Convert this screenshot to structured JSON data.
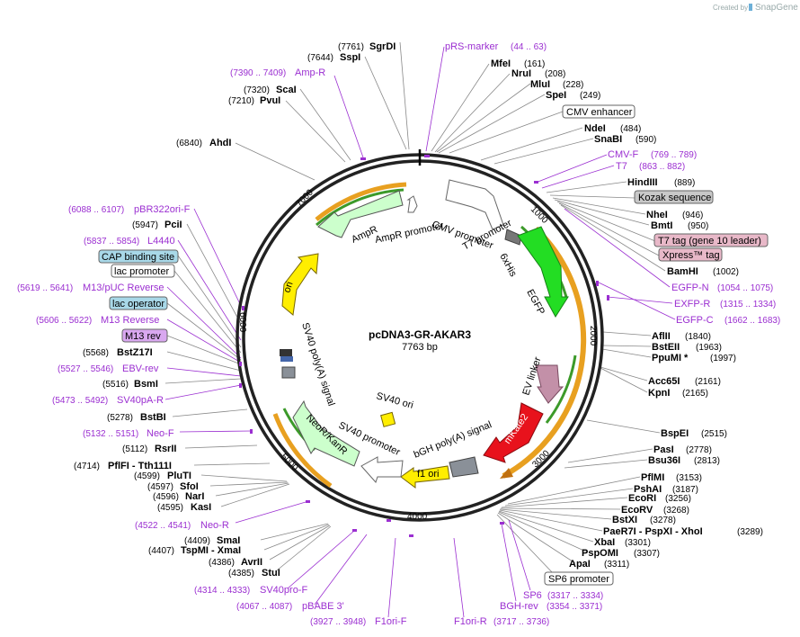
{
  "credit": {
    "text": "Created by",
    "brand": "SnapGene"
  },
  "plasmid": {
    "name": "pcDNA3-GR-AKAR3",
    "length": "7763 bp"
  },
  "ticks": [
    "1000",
    "2000",
    "3000",
    "4000",
    "5000",
    "6000",
    "7000"
  ],
  "enzymes_right": [
    {
      "name": "MfeI",
      "pos": "(161)"
    },
    {
      "name": "NruI",
      "pos": "(208)"
    },
    {
      "name": "MluI",
      "pos": "(228)"
    },
    {
      "name": "SpeI",
      "pos": "(249)"
    },
    {
      "name": "NdeI",
      "pos": "(484)"
    },
    {
      "name": "SnaBI",
      "pos": "(590)"
    },
    {
      "name": "HindIII",
      "pos": "(889)"
    },
    {
      "name": "NheI",
      "pos": "(946)"
    },
    {
      "name": "BmtI",
      "pos": "(950)"
    },
    {
      "name": "BamHI",
      "pos": "(1002)"
    },
    {
      "name": "AflII",
      "pos": "(1840)"
    },
    {
      "name": "BstEII",
      "pos": "(1963)"
    },
    {
      "name": "PpuMI *",
      "pos": "(1997)"
    },
    {
      "name": "Acc65I",
      "pos": "(2161)"
    },
    {
      "name": "KpnI",
      "pos": "(2165)"
    },
    {
      "name": "BspEI",
      "pos": "(2515)"
    },
    {
      "name": "PasI",
      "pos": "(2778)"
    },
    {
      "name": "Bsu36I",
      "pos": "(2813)"
    },
    {
      "name": "PflMI",
      "pos": "(3153)"
    },
    {
      "name": "PshAI",
      "pos": "(3187)"
    },
    {
      "name": "EcoRI",
      "pos": "(3256)"
    },
    {
      "name": "EcoRV",
      "pos": "(3268)"
    },
    {
      "name": "BstXI",
      "pos": "(3278)"
    },
    {
      "name": "PaeR7I - PspXI - XhoI",
      "pos": "(3289)"
    },
    {
      "name": "XbaI",
      "pos": "(3301)"
    },
    {
      "name": "PspOMI",
      "pos": "(3307)"
    },
    {
      "name": "ApaI",
      "pos": "(3311)"
    }
  ],
  "enzymes_left": [
    {
      "name": "SgrDI",
      "pos": "(7761)"
    },
    {
      "name": "SspI",
      "pos": "(7644)"
    },
    {
      "name": "ScaI",
      "pos": "(7320)"
    },
    {
      "name": "PvuI",
      "pos": "(7210)"
    },
    {
      "name": "AhdI",
      "pos": "(6840)"
    },
    {
      "name": "PciI",
      "pos": "(5947)"
    },
    {
      "name": "BstZ17I",
      "pos": "(5568)"
    },
    {
      "name": "BsmI",
      "pos": "(5516)"
    },
    {
      "name": "BstBI",
      "pos": "(5278)"
    },
    {
      "name": "RsrII",
      "pos": "(5112)"
    },
    {
      "name": "PflFI - Tth111I",
      "pos": "(4714)"
    },
    {
      "name": "PluTI",
      "pos": "(4599)"
    },
    {
      "name": "SfoI",
      "pos": "(4597)"
    },
    {
      "name": "NarI",
      "pos": "(4596)"
    },
    {
      "name": "KasI",
      "pos": "(4595)"
    },
    {
      "name": "SmaI",
      "pos": "(4409)"
    },
    {
      "name": "TspMI - XmaI",
      "pos": "(4407)"
    },
    {
      "name": "AvrII",
      "pos": "(4386)"
    },
    {
      "name": "StuI",
      "pos": "(4385)"
    }
  ],
  "primers": [
    {
      "name": "pRS-marker",
      "range": "(44 .. 63)"
    },
    {
      "name": "Amp-R",
      "range": "(7390 .. 7409)"
    },
    {
      "name": "CMV-F",
      "range": "(769 .. 789)"
    },
    {
      "name": "T7",
      "range": "(863 .. 882)"
    },
    {
      "name": "EGFP-N",
      "range": "(1054 .. 1075)"
    },
    {
      "name": "EXFP-R",
      "range": "(1315 .. 1334)"
    },
    {
      "name": "EGFP-C",
      "range": "(1662 .. 1683)"
    },
    {
      "name": "pBR322ori-F",
      "range": "(6088 .. 6107)"
    },
    {
      "name": "L4440",
      "range": "(5837 .. 5854)"
    },
    {
      "name": "M13/pUC Reverse",
      "range": "(5619 .. 5641)"
    },
    {
      "name": "M13 Reverse",
      "range": "(5606 .. 5622)"
    },
    {
      "name": "EBV-rev",
      "range": "(5527 .. 5546)"
    },
    {
      "name": "SV40pA-R",
      "range": "(5473 .. 5492)"
    },
    {
      "name": "Neo-F",
      "range": "(5132 .. 5151)"
    },
    {
      "name": "Neo-R",
      "range": "(4522 .. 4541)"
    },
    {
      "name": "SV40pro-F",
      "range": "(4314 .. 4333)"
    },
    {
      "name": "pBABE 3'",
      "range": "(4067 .. 4087)"
    },
    {
      "name": "F1ori-F",
      "range": "(3927 .. 3948)"
    },
    {
      "name": "F1ori-R",
      "range": "(3717 .. 3736)"
    },
    {
      "name": "SP6",
      "range": "(3317 .. 3334)"
    },
    {
      "name": "BGH-rev",
      "range": "(3354 .. 3371)"
    }
  ],
  "boxed_features": [
    {
      "name": "CMV enhancer"
    },
    {
      "name": "Kozak sequence"
    },
    {
      "name": "T7 tag (gene 10 leader)"
    },
    {
      "name": "Xpress™ tag"
    },
    {
      "name": "SP6 promoter"
    },
    {
      "name": "CAP binding site"
    },
    {
      "name": "lac promoter"
    },
    {
      "name": "lac operator"
    },
    {
      "name": "M13 rev"
    }
  ],
  "inner_features": [
    {
      "name": "CMV promoter"
    },
    {
      "name": "T7 promoter"
    },
    {
      "name": "6xHis"
    },
    {
      "name": "EGFP"
    },
    {
      "name": "EV linker"
    },
    {
      "name": "mKate2"
    },
    {
      "name": "bGH poly(A) signal"
    },
    {
      "name": "f1 ori"
    },
    {
      "name": "SV40 ori"
    },
    {
      "name": "SV40 promoter"
    },
    {
      "name": "NeoR/KanR"
    },
    {
      "name": "SV40 poly(A) signal"
    },
    {
      "name": "ori"
    },
    {
      "name": "AmpR"
    },
    {
      "name": "AmpR promoter"
    }
  ],
  "colors": {
    "primer": "#9b2fd1",
    "egfp": "#23dd23",
    "mkate": "#e8121c",
    "ampr": "#ccffcc",
    "ori": "#ffee00",
    "f1ori": "#ffee00",
    "linker": "#c390a8",
    "arc_orange": "#e8a020",
    "arc_green": "#3c9a2a"
  }
}
